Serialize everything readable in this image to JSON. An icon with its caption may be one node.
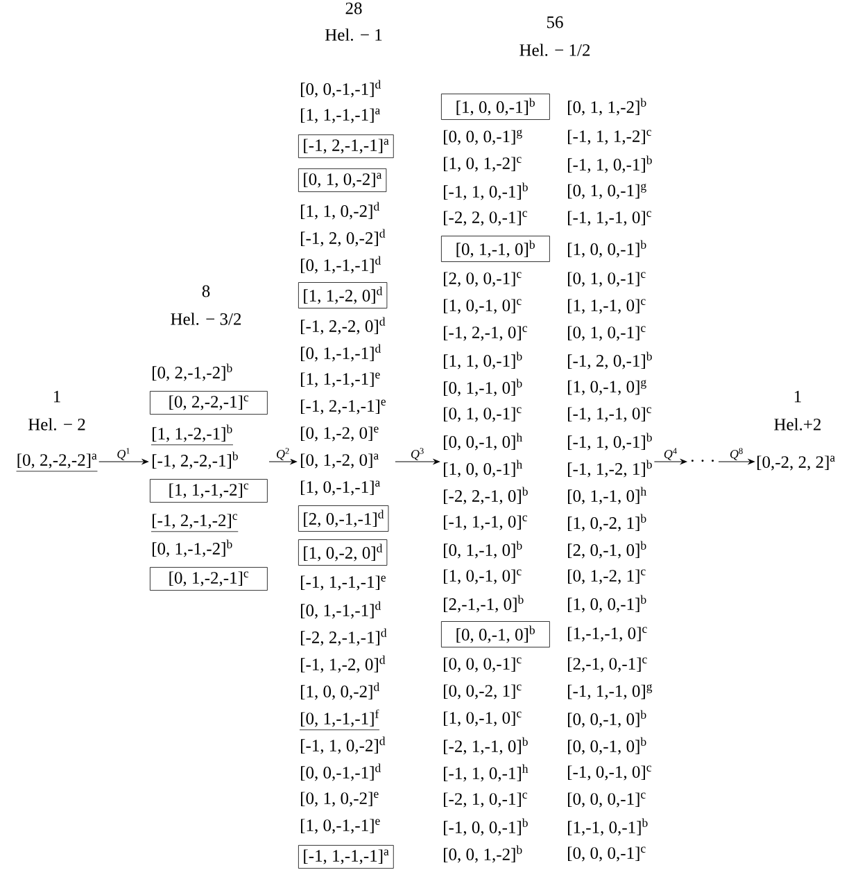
{
  "diagram": {
    "nodes": [
      {
        "text": [
          "1",
          "Hel. − 2",
          "[0, 2,-2,-2]$^{a}$"
        ]
      },
      {
        "text": [
          "8",
          "Hel. − 3/2",
          "[0, 2,-1,-2]$^{b}$",
          "[1, 1,-2,-1]$^{b}$",
          "[-1, 2,-2,-1]$^{b}$",
          "[-1, 2,-1,-2]$^{c}$",
          "[0, 1,-1,-2]$^{b}$"
        ]
      },
      {
        "text": [
          "[0, 2,-2,-1]$^{c}$"
        ],
        "in": 1
      },
      {
        "text": [
          "[1, 1,-1,-2]$^{c}$"
        ],
        "in": 1
      },
      {
        "text": [
          "[0, 1,-2,-1]$^{c}$"
        ],
        "in": 1
      },
      {
        "text": [
          "28",
          "Hel. − 1",
          "[0, 0,-1,-1]$^{d}$",
          "[1, 1,-1,-1]$^{a}$",
          "[1, 1, 0,-2]$^{d}$",
          "[-1, 2, 0,-2]$^{d}$",
          "[0, 1,-1,-1]$^{d}$",
          "[-1, 2,-2, 0]$^{d}$",
          "[0, 1,-1,-1]$^{d}$",
          "[1, 1,-1,-1]$^{e}$",
          "[-1, 2,-1,-1]$^{e}$",
          "[0, 1,-2, 0]$^{e}$",
          "[0, 1,-2, 0]$^{a}$",
          "[1, 0,-1,-1]$^{a}$",
          "[-1, 1,-1,-1]$^{e}$",
          "[0, 1,-1,-1]$^{d}$",
          "[-2, 2,-1,-1]$^{d}$",
          "[-1, 1,-2, 0]$^{d}$",
          "[1, 0, 0,-2]$^{d}$",
          "[0, 1,-1,-1]$^{f}$",
          "[-1, 1, 0,-2]$^{d}$",
          "[0, 0,-1,-1]$^{d}$",
          "[0, 1, 0,-2]$^{e}$",
          "[1, 0,-1,-1]$^{e}$"
        ]
      },
      {
        "text": [
          "[-1, 2,-1,-1]$^{a}$"
        ],
        "in": 5
      },
      {
        "text": [
          "[0, 1, 0,-2]$^{a}$"
        ],
        "in": 5
      },
      {
        "text": [
          "[1, 1,-2, 0]$^{d}$"
        ],
        "in": 5
      },
      {
        "text": [
          "[2, 0,-1,-1]$^{d}$"
        ],
        "in": 5
      },
      {
        "text": [
          "[1, 0,-2, 0]$^{d}$"
        ],
        "in": 5
      },
      {
        "text": [
          "[-1, 1,-1,-1]$^{a}$"
        ],
        "in": 5
      },
      {
        "text": [
          "56",
          "Hel. − 1/2",
          "[0, 1, 1,-2]$^{b}$",
          "[0, 0, 0,-1]$^{g}$",
          "[-1, 1, 1,-2]$^{c}$",
          "[1, 0, 1,-2]$^{c}$",
          "[-1, 1, 0,-1]$^{b}$",
          "[-1, 1, 0,-1]$^{b}$",
          "[0, 1, 0,-1]$^{g}$",
          "[-2, 2, 0,-1]$^{c}$",
          "[-1, 1,-1, 0]$^{c}$",
          "[1, 0, 0,-1]$^{b}$",
          "[2, 0, 0,-1]$^{c}$",
          "[0, 1, 0,-1]$^{c}$",
          "[1, 0,-1, 0]$^{c}$",
          "[1, 1,-1, 0]$^{c}$",
          "[-1, 2,-1, 0]$^{c}$",
          "[0, 1, 0,-1]$^{c}$",
          "[1, 1, 0,-1]$^{b}$",
          "[-1, 2, 0,-1]$^{b}$",
          "[0, 1,-1, 0]$^{b}$",
          "[1, 0,-1, 0]$^{g}$",
          "[0, 1, 0,-1]$^{c}$",
          "[-1, 1,-1, 0]$^{c}$",
          "[0, 0,-1, 0]$^{h}$",
          "[-1, 1, 0,-1]$^{b}$",
          "[1, 0, 0,-1]$^{h}$",
          "[-1, 1,-2, 1]$^{b}$",
          "[-2, 2,-1, 0]$^{b}$",
          "[0, 1,-1, 0]$^{h}$",
          "[-1, 1,-1, 0]$^{c}$",
          "[1, 0,-2, 1]$^{b}$",
          "[0, 1,-1, 0]$^{b}$",
          "[2, 0,-1, 0]$^{b}$",
          "[1, 0,-1, 0]$^{c}$",
          "[0, 1,-2, 1]$^{c}$",
          "[2,-1,-1, 0]$^{b}$",
          "[1, 0, 0,-1]$^{b}$",
          "[1,-1,-1, 0]$^{c}$",
          "[0, 0, 0,-1]$^{c}$",
          "[2,-1, 0,-1]$^{c}$",
          "[0, 0,-2, 1]$^{c}$",
          "[-1, 1,-1, 0]$^{g}$",
          "[1, 0,-1, 0]$^{c}$",
          "[0, 0,-1, 0]$^{b}$",
          "[-2, 1,-1, 0]$^{b}$",
          "[0, 0,-1, 0]$^{b}$",
          "[-1, 1, 0,-1]$^{h}$",
          "[-1, 0,-1, 0]$^{c}$",
          "[-2, 1, 0,-1]$^{c}$",
          "[0, 0, 0,-1]$^{c}$",
          "[-1, 0, 0,-1]$^{b}$",
          "[1,-1, 0,-1]$^{b}$",
          "[0, 0, 1,-2]$^{b}$",
          "[0, 0, 0,-1]$^{c}$"
        ]
      },
      {
        "text": [
          "[1, 0, 0,-1]$^{b}$"
        ],
        "in": 12
      },
      {
        "text": [
          "[0, 1,-1, 0]$^{b}$"
        ],
        "in": 12
      },
      {
        "text": [
          "[0, 0,-1, 0]$^{b}$"
        ],
        "in": 12
      },
      {
        "text": [
          "· · ·"
        ]
      },
      {
        "text": [
          "1",
          "Hel.+2",
          "[0,-2, 2, 2]$^{a}$"
        ]
      }
    ],
    "edges": [
      {
        "from": 0,
        "to": 1,
        "arrow": "to",
        "label": "*Q*$^{1}$"
      },
      {
        "from": 1,
        "to": 5,
        "arrow": "to",
        "label": "*Q*$^{2}$"
      },
      {
        "from": 5,
        "to": 12,
        "arrow": "to",
        "label": "*Q*$^{3}$"
      },
      {
        "from": 12,
        "to": 16,
        "arrow": "to",
        "label": "*Q*$^{4}$"
      },
      {
        "from": 16,
        "to": 17,
        "arrow": "to",
        "label": "*Q*$^{8}$"
      }
    ]
  }
}
